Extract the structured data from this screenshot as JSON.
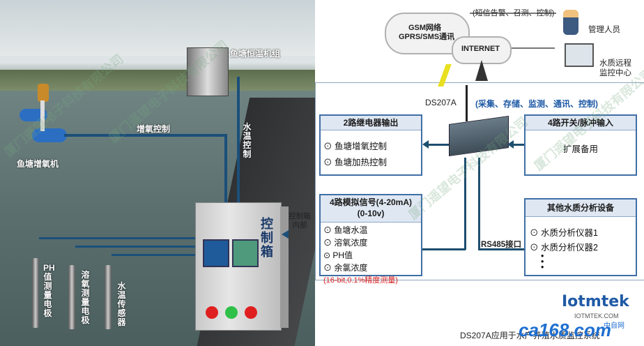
{
  "photo_labels": {
    "aerator": "鱼塘增氧机",
    "heater": "鱼塘恒温机组",
    "oxygen_ctrl": "增氧控制",
    "water_temp_ctrl": "水温控制",
    "cabinet": "控制箱",
    "cabinet_inside": "控制箱内部",
    "ph_probe": "PH值测量电极",
    "do_probe": "溶氧测量电极",
    "temp_probe": "水温传感器"
  },
  "network": {
    "gsm_cloud_line1": "GSM网络",
    "gsm_cloud_line2": "GPRS/SMS通讯",
    "internet": "INTERNET",
    "sms_link": "(短信告警、召测、控制)",
    "manager": "管理人员",
    "monitor_line1": "水质远程",
    "monitor_line2": "监控中心",
    "device": "DS207A",
    "device_features": "(采集、存储、监测、通讯、控制)"
  },
  "boxes": {
    "relay": {
      "title": "2路继电器输出",
      "items": [
        "⊙ 鱼塘增氧控制",
        "⊙ 鱼塘加热控制"
      ]
    },
    "switch": {
      "title": "4路开关/脉冲输入",
      "items": [
        "扩展备用"
      ]
    },
    "analog": {
      "title_line1": "4路模拟信号(4-20mA)",
      "title_line2": "(0-10v)",
      "items": [
        "⊙ 鱼塘水温",
        "⊙ 溶氧浓度",
        "⊙ PH值",
        "⊙ 余氯浓度"
      ],
      "note": "(16-bit,0.1%精度测量)"
    },
    "other": {
      "title": "其他水质分析设备",
      "items": [
        "⊙ 水质分析仪器1",
        "⊙ 水质分析仪器2",
        "•",
        "•",
        "•"
      ]
    }
  },
  "rs485": "RS485接口",
  "brand": {
    "logo": "Iotmtek",
    "url": "IOTMTEK.COM",
    "caption": "DS207A应用于水产养殖水质监控系统",
    "site": "ca168.com",
    "site_sub": "中自网"
  },
  "watermark": "厦门遥望电子科技有限公司",
  "colors": {
    "accent": "#3f6fa6",
    "note_red": "#d62020",
    "line": "#1b4f7a"
  }
}
